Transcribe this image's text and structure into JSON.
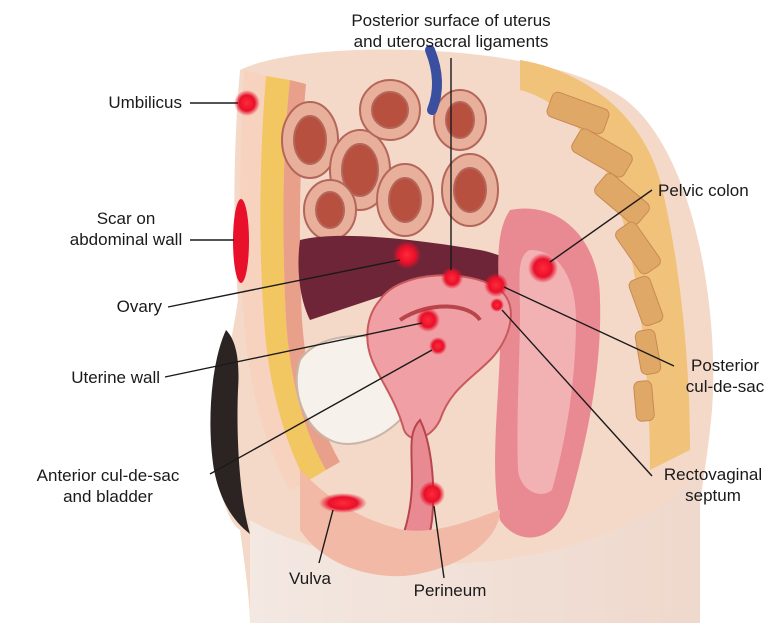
{
  "labels": {
    "posterior_surface": [
      "Posterior surface of uterus",
      "and uterosacral ligaments"
    ],
    "umbilicus": [
      "Umbilicus"
    ],
    "scar": [
      "Scar on",
      "abdominal wall"
    ],
    "ovary": [
      "Ovary"
    ],
    "uterine_wall": [
      "Uterine wall"
    ],
    "anterior_cds": [
      "Anterior cul-de-sac",
      "and bladder"
    ],
    "vulva": [
      "Vulva"
    ],
    "perineum": [
      "Perineum"
    ],
    "pelvic_colon": [
      "Pelvic colon"
    ],
    "posterior_cds": [
      "Posterior",
      "cul-de-sac"
    ],
    "rectovaginal": [
      "Rectovaginal",
      "septum"
    ]
  },
  "colors": {
    "lesion": "#e8102a",
    "skin": "#f6d2bf",
    "muscle": "#e9a08a",
    "fat": "#f2c660",
    "cavity": "#6e2538",
    "organ": "#e98a93",
    "leader": "#1a1a1a"
  }
}
